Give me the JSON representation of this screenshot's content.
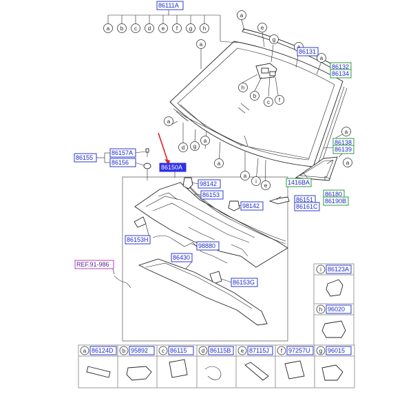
{
  "part_labels": {
    "p86111A": "86111A",
    "p86131": "86131",
    "p86132": "86132",
    "p86134": "86134",
    "p86138": "86138",
    "p86139": "86139",
    "p86155": "86155",
    "p86157A": "86157A",
    "p86156": "86156",
    "p86150A": "86150A",
    "p98142a": "98142",
    "p86153": "86153",
    "p98142b": "98142",
    "p86153H": "86153H",
    "p98880": "98880",
    "p86430": "86430",
    "p86153G": "86153G",
    "p1416BA": "1416BA",
    "p86180": "86180",
    "p86190B": "86190B",
    "p86151": "86151",
    "p86161C": "86161C",
    "ref": "REF.91-986"
  },
  "callouts": {
    "top_row": [
      "a",
      "b",
      "c",
      "d",
      "e",
      "f",
      "g",
      "h"
    ],
    "a": "a",
    "b": "b",
    "c": "c",
    "d": "d",
    "e": "e",
    "f": "f",
    "g": "g",
    "h": "h",
    "i": "i"
  },
  "bottom_table": [
    {
      "letter": "a",
      "part": "86124D"
    },
    {
      "letter": "b",
      "part": "95892"
    },
    {
      "letter": "c",
      "part": "86115"
    },
    {
      "letter": "d",
      "part": "86115B"
    },
    {
      "letter": "e",
      "part": "87115J"
    },
    {
      "letter": "f",
      "part": "97257U"
    },
    {
      "letter": "g",
      "part": "96015"
    }
  ],
  "side_table": [
    {
      "letter": "i",
      "part": "86123A"
    },
    {
      "letter": "h",
      "part": "96020"
    }
  ],
  "colors": {
    "label_blue": "#1c2cc8",
    "highlight_blue": "#2f2fe8",
    "label_green": "#2a9a3a",
    "pointer_red": "#e02020"
  }
}
